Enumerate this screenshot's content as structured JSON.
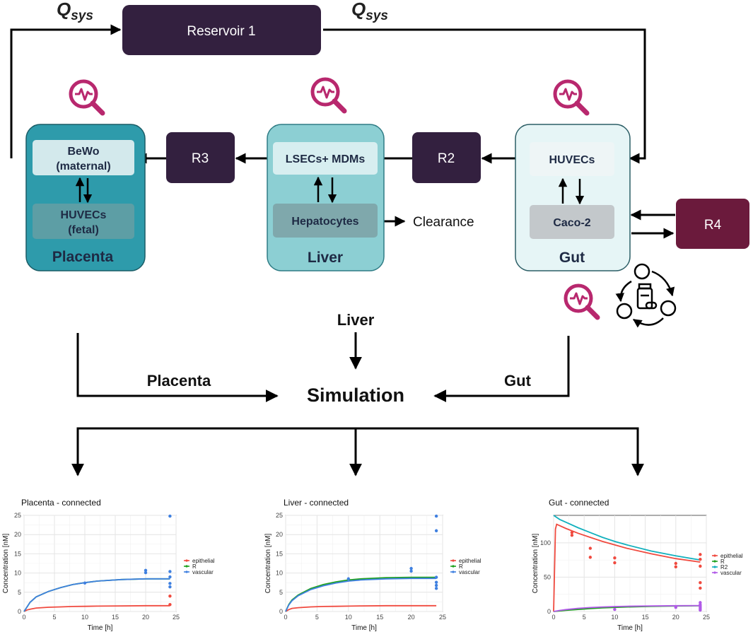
{
  "top": {
    "q_left": "Q",
    "q_left_sub": "sys",
    "q_right": "Q",
    "q_right_sub": "sys",
    "reservoir": "Reservoir 1"
  },
  "organs": {
    "placenta": {
      "title": "Placenta",
      "top_cell_line1": "BeWo",
      "top_cell_line2": "(maternal)",
      "bottom_cell_line1": "HUVECs",
      "bottom_cell_line2": "(fetal)"
    },
    "liver": {
      "title": "Liver",
      "top_cell": "LSECs+ MDMs",
      "bottom_cell": "Hepatocytes",
      "clearance": "Clearance"
    },
    "gut": {
      "title": "Gut",
      "top_cell": "HUVECs",
      "bottom_cell": "Caco-2"
    }
  },
  "reservoirs": {
    "r2": "R2",
    "r3": "R3",
    "r4": "R4"
  },
  "simulation": {
    "title": "Simulation",
    "input_liver": "Liver",
    "input_placenta": "Placenta",
    "input_gut": "Gut"
  },
  "colors": {
    "dark_purple": "#33203f",
    "wine": "#6b1a3c",
    "magenta_icon": "#b8286e",
    "placenta_fill": "#2e9bab",
    "liver_fill": "#8ccfd3",
    "gut_fill": "#e6f5f6",
    "epithelial": "#f04a3f",
    "R": "#1fa11f",
    "R2": "#11b0bd",
    "vascular": "#3f80e0",
    "vascular_gut": "#b15ae8"
  },
  "chart_data": [
    {
      "type": "line",
      "title": "Placenta - connected",
      "xlabel": "Time [h]",
      "ylabel": "Concentration [nM]",
      "xlim": [
        0,
        25
      ],
      "ylim": [
        0,
        25
      ],
      "xticks": [
        0,
        5,
        10,
        15,
        20,
        25
      ],
      "yticks": [
        0,
        5,
        10,
        15,
        20,
        25
      ],
      "grid": true,
      "legend": [
        "epithelial",
        "R",
        "vascular"
      ],
      "series": [
        {
          "name": "epithelial",
          "color": "#f04a3f",
          "x": [
            0,
            0.5,
            1,
            2,
            4,
            6,
            8,
            10,
            12,
            16,
            20,
            24
          ],
          "y": [
            0,
            0.4,
            0.6,
            0.9,
            1.1,
            1.2,
            1.3,
            1.35,
            1.4,
            1.45,
            1.5,
            1.5
          ]
        },
        {
          "name": "R",
          "color": "#1fa11f",
          "x": [
            0,
            0.5,
            1,
            2,
            4,
            6,
            8,
            10,
            12,
            16,
            20,
            24
          ],
          "y": [
            0,
            1.2,
            2.4,
            3.8,
            5.2,
            6.2,
            7.0,
            7.5,
            7.9,
            8.3,
            8.5,
            8.5
          ]
        },
        {
          "name": "vascular",
          "color": "#3f80e0",
          "x": [
            0,
            0.5,
            1,
            2,
            4,
            6,
            8,
            10,
            12,
            16,
            20,
            24
          ],
          "y": [
            0,
            1.2,
            2.4,
            3.8,
            5.2,
            6.2,
            7.0,
            7.5,
            7.9,
            8.3,
            8.5,
            8.5
          ]
        }
      ],
      "points": [
        {
          "series": "vascular",
          "color": "#3f80e0",
          "x": 10,
          "y": 7.4
        },
        {
          "series": "vascular",
          "color": "#3f80e0",
          "x": 20,
          "y": 10.7
        },
        {
          "series": "vascular",
          "color": "#3f80e0",
          "x": 20,
          "y": 10.1
        },
        {
          "series": "vascular",
          "color": "#3f80e0",
          "x": 24,
          "y": 24.8
        },
        {
          "series": "vascular",
          "color": "#3f80e0",
          "x": 24,
          "y": 10.4
        },
        {
          "series": "vascular",
          "color": "#3f80e0",
          "x": 24,
          "y": 9.0
        },
        {
          "series": "vascular",
          "color": "#3f80e0",
          "x": 24,
          "y": 7.3
        },
        {
          "series": "vascular",
          "color": "#3f80e0",
          "x": 24,
          "y": 6.4
        },
        {
          "series": "epithelial",
          "color": "#f04a3f",
          "x": 24,
          "y": 4.0
        },
        {
          "series": "epithelial",
          "color": "#f04a3f",
          "x": 24,
          "y": 1.8
        }
      ]
    },
    {
      "type": "line",
      "title": "Liver - connected",
      "xlabel": "Time [h]",
      "ylabel": "Concentration [nM]",
      "xlim": [
        0,
        25
      ],
      "ylim": [
        0,
        25
      ],
      "xticks": [
        0,
        5,
        10,
        15,
        20,
        25
      ],
      "yticks": [
        0,
        5,
        10,
        15,
        20,
        25
      ],
      "grid": true,
      "legend": [
        "epithelial",
        "R",
        "vascular"
      ],
      "series": [
        {
          "name": "epithelial",
          "color": "#f04a3f",
          "x": [
            0,
            0.5,
            1,
            2,
            4,
            6,
            8,
            10,
            12,
            16,
            20,
            24
          ],
          "y": [
            0,
            0.5,
            0.8,
            1.0,
            1.2,
            1.3,
            1.35,
            1.4,
            1.45,
            1.5,
            1.5,
            1.5
          ]
        },
        {
          "name": "R",
          "color": "#1fa11f",
          "x": [
            0,
            0.5,
            1,
            2,
            4,
            6,
            8,
            10,
            12,
            16,
            20,
            24
          ],
          "y": [
            0,
            1.8,
            3.0,
            4.3,
            6.0,
            7.0,
            7.7,
            8.2,
            8.5,
            8.8,
            8.9,
            8.9
          ]
        },
        {
          "name": "vascular",
          "color": "#3f80e0",
          "x": [
            0,
            0.5,
            1,
            2,
            4,
            6,
            8,
            10,
            12,
            16,
            20,
            24
          ],
          "y": [
            0,
            1.7,
            2.8,
            4.1,
            5.7,
            6.7,
            7.4,
            7.9,
            8.2,
            8.5,
            8.6,
            8.6
          ]
        }
      ],
      "points": [
        {
          "series": "vascular",
          "color": "#3f80e0",
          "x": 10,
          "y": 8.5
        },
        {
          "series": "vascular",
          "color": "#3f80e0",
          "x": 20,
          "y": 11.2
        },
        {
          "series": "vascular",
          "color": "#3f80e0",
          "x": 20,
          "y": 10.5
        },
        {
          "series": "vascular",
          "color": "#3f80e0",
          "x": 24,
          "y": 24.8
        },
        {
          "series": "vascular",
          "color": "#3f80e0",
          "x": 24,
          "y": 21.0
        },
        {
          "series": "vascular",
          "color": "#3f80e0",
          "x": 24,
          "y": 8.9
        },
        {
          "series": "vascular",
          "color": "#3f80e0",
          "x": 24,
          "y": 7.6
        },
        {
          "series": "vascular",
          "color": "#3f80e0",
          "x": 24,
          "y": 6.8
        },
        {
          "series": "vascular",
          "color": "#3f80e0",
          "x": 24,
          "y": 6.0
        }
      ]
    },
    {
      "type": "line",
      "title": "Gut - connected",
      "xlabel": "Time [h]",
      "ylabel": "Concentration [nM]",
      "xlim": [
        0,
        25
      ],
      "ylim": [
        0,
        140
      ],
      "xticks": [
        0,
        5,
        10,
        15,
        20,
        25
      ],
      "yticks": [
        0,
        50,
        100
      ],
      "grid": true,
      "legend": [
        "epithelial",
        "R",
        "R2",
        "vascular"
      ],
      "series": [
        {
          "name": "epithelial",
          "color": "#f04a3f",
          "x": [
            0,
            0.3,
            0.5,
            1,
            2,
            4,
            6,
            8,
            10,
            12,
            16,
            20,
            24
          ],
          "y": [
            0,
            120,
            127,
            125,
            121,
            114,
            108,
            102,
            97,
            92,
            84,
            77,
            72
          ]
        },
        {
          "name": "R",
          "color": "#1fa11f",
          "x": [
            0,
            1,
            2,
            4,
            6,
            8,
            10,
            12,
            16,
            20,
            24
          ],
          "y": [
            0,
            0.8,
            1.6,
            3.0,
            4.2,
            5.2,
            6.0,
            6.6,
            7.5,
            8.0,
            8.3
          ]
        },
        {
          "name": "R2",
          "color": "#11b0bd",
          "x": [
            0,
            0.5,
            1,
            2,
            4,
            6,
            8,
            10,
            12,
            16,
            20,
            24
          ],
          "y": [
            140,
            137,
            134,
            130,
            122,
            115,
            108,
            102,
            97,
            88,
            81,
            75
          ]
        },
        {
          "name": "vascular",
          "color": "#b15ae8",
          "x": [
            0,
            1,
            2,
            4,
            6,
            8,
            10,
            12,
            16,
            20,
            24
          ],
          "y": [
            0,
            1.5,
            2.8,
            4.6,
            5.8,
            6.6,
            7.2,
            7.6,
            8.1,
            8.4,
            8.6
          ]
        }
      ],
      "points": [
        {
          "series": "epithelial",
          "color": "#f04a3f",
          "x": 3,
          "y": 115
        },
        {
          "series": "epithelial",
          "color": "#f04a3f",
          "x": 3,
          "y": 111
        },
        {
          "series": "epithelial",
          "color": "#f04a3f",
          "x": 6,
          "y": 92
        },
        {
          "series": "epithelial",
          "color": "#f04a3f",
          "x": 6,
          "y": 79
        },
        {
          "series": "epithelial",
          "color": "#f04a3f",
          "x": 10,
          "y": 78
        },
        {
          "series": "epithelial",
          "color": "#f04a3f",
          "x": 10,
          "y": 71
        },
        {
          "series": "epithelial",
          "color": "#f04a3f",
          "x": 20,
          "y": 70
        },
        {
          "series": "epithelial",
          "color": "#f04a3f",
          "x": 20,
          "y": 65
        },
        {
          "series": "epithelial",
          "color": "#f04a3f",
          "x": 24,
          "y": 83
        },
        {
          "series": "epithelial",
          "color": "#f04a3f",
          "x": 24,
          "y": 76
        },
        {
          "series": "epithelial",
          "color": "#f04a3f",
          "x": 24,
          "y": 66
        },
        {
          "series": "epithelial",
          "color": "#f04a3f",
          "x": 24,
          "y": 42
        },
        {
          "series": "epithelial",
          "color": "#f04a3f",
          "x": 24,
          "y": 34
        },
        {
          "series": "vascular",
          "color": "#b15ae8",
          "x": 10,
          "y": 3
        },
        {
          "series": "vascular",
          "color": "#b15ae8",
          "x": 20,
          "y": 6
        },
        {
          "series": "vascular",
          "color": "#b15ae8",
          "x": 24,
          "y": 13
        },
        {
          "series": "vascular",
          "color": "#b15ae8",
          "x": 24,
          "y": 10
        },
        {
          "series": "vascular",
          "color": "#b15ae8",
          "x": 24,
          "y": 8
        },
        {
          "series": "vascular",
          "color": "#b15ae8",
          "x": 24,
          "y": 6
        },
        {
          "series": "vascular",
          "color": "#b15ae8",
          "x": 24,
          "y": 4
        },
        {
          "series": "vascular",
          "color": "#b15ae8",
          "x": 24,
          "y": 2
        }
      ]
    }
  ]
}
